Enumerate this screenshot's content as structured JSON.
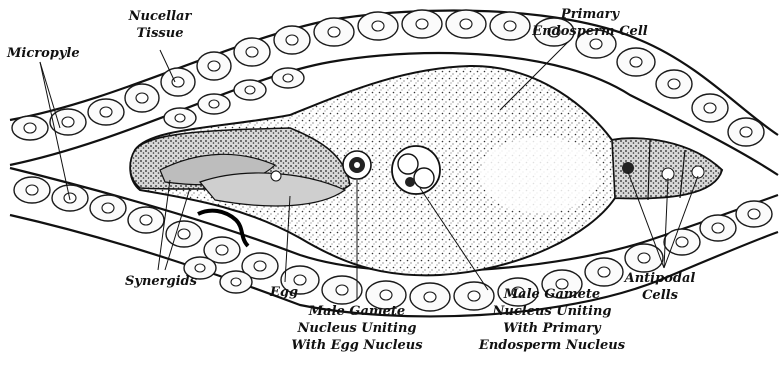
{
  "labels": {
    "nucellar_tissue_1": "Nucellar",
    "nucellar_tissue_2": "Tissue",
    "micropyle": "Micropyle",
    "primary_endosperm_cell_1": "Primary",
    "primary_endosperm_cell_2": "Endosperm Cell",
    "synergids": "Synergids",
    "egg": "Egg",
    "male_egg_1": "Male Gamete",
    "male_egg_2": "Nucleus  Uniting",
    "male_egg_3": "With Egg Nucleus",
    "male_endo_1": "Male Gamete",
    "male_endo_2": "Nucleus Uniting",
    "male_endo_3": "With Primary",
    "male_endo_4": "Endosperm Nucleus",
    "antipodal_1": "Antipodal",
    "antipodal_2": "Cells"
  }
}
